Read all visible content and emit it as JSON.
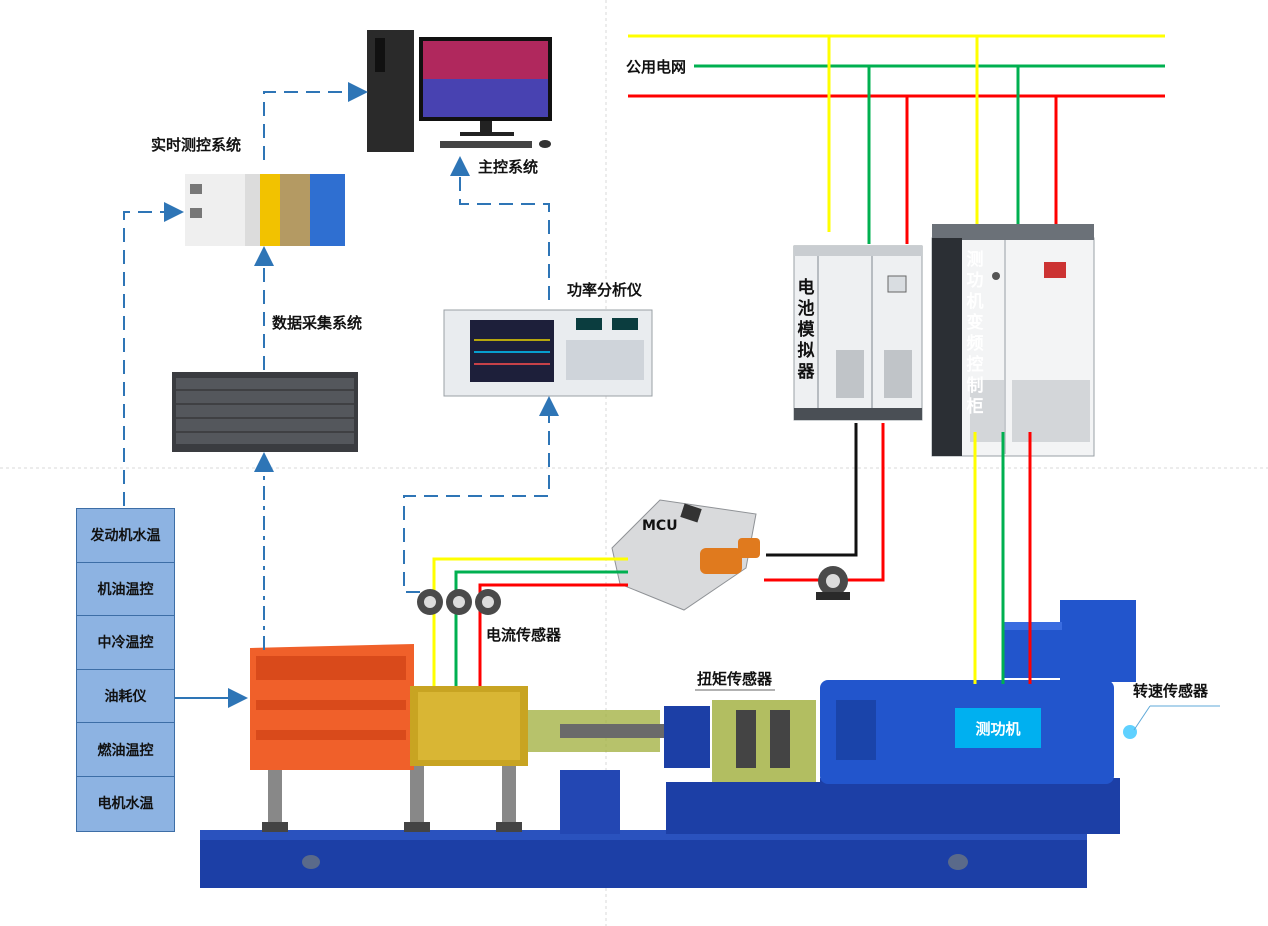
{
  "labels": {
    "realtime_control": "实时测控系统",
    "main_control": "主控系统",
    "power_analyzer": "功率分析仪",
    "data_acquisition": "数据采集系统",
    "grid": "公用电网",
    "battery_simulator": "电池模拟器",
    "dyno_cabinet": "测功机变频控制柜",
    "mcu": "MCU",
    "current_sensor": "电流传感器",
    "torque_sensor": "扭矩传感器",
    "speed_sensor": "转速传感器",
    "dynamometer": "测功机"
  },
  "sensors": [
    "发动机水温",
    "机油温控",
    "中冷温控",
    "油耗仪",
    "燃油温控",
    "电机水温"
  ],
  "colors": {
    "line_yellow": "#ffff00",
    "line_green": "#00b050",
    "line_red": "#ff0000",
    "signal_blue": "#2e75b6",
    "sensor_fill": "#8db3e2",
    "dyno_blue": "#2255cc",
    "base_blue": "#1c3fa6",
    "engine_orange": "#f0602a",
    "dyno_label": "#00b0f0"
  }
}
